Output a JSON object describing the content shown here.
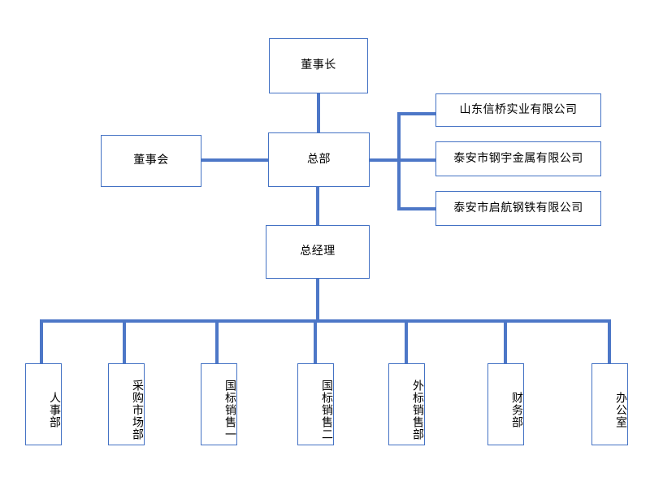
{
  "chart_title": "",
  "theme": {
    "line_color": "#4d77c7",
    "box_border_color": "#4472c4",
    "box_fill": "#ffffff",
    "text_color": "#000000",
    "background": "#ffffff"
  },
  "nodes": {
    "chairman": {
      "label": "董事长",
      "orientation": "horizontal"
    },
    "board": {
      "label": "董事会",
      "orientation": "horizontal"
    },
    "headquarters": {
      "label": "总部",
      "orientation": "horizontal"
    },
    "general_manager": {
      "label": "总经理",
      "orientation": "horizontal"
    }
  },
  "subsidiaries": [
    {
      "label": "山东信桥实业有限公司"
    },
    {
      "label": "泰安市钢宇金属有限公司"
    },
    {
      "label": "泰安市启航钢铁有限公司"
    }
  ],
  "departments": [
    {
      "label": "人事部"
    },
    {
      "label": "采购市场部"
    },
    {
      "label": "国标销售一"
    },
    {
      "label": "国标销售二"
    },
    {
      "label": "外标销售部"
    },
    {
      "label": "财务部"
    },
    {
      "label": "办公室"
    }
  ],
  "connections": [
    {
      "from": "chairman",
      "to": "headquarters"
    },
    {
      "from": "board",
      "to": "headquarters"
    },
    {
      "from": "headquarters",
      "to": "subsidiary-0"
    },
    {
      "from": "headquarters",
      "to": "subsidiary-1"
    },
    {
      "from": "headquarters",
      "to": "subsidiary-2"
    },
    {
      "from": "headquarters",
      "to": "general_manager"
    },
    {
      "from": "general_manager",
      "to": "department-0"
    },
    {
      "from": "general_manager",
      "to": "department-1"
    },
    {
      "from": "general_manager",
      "to": "department-2"
    },
    {
      "from": "general_manager",
      "to": "department-3"
    },
    {
      "from": "general_manager",
      "to": "department-4"
    },
    {
      "from": "general_manager",
      "to": "department-5"
    },
    {
      "from": "general_manager",
      "to": "department-6"
    }
  ]
}
